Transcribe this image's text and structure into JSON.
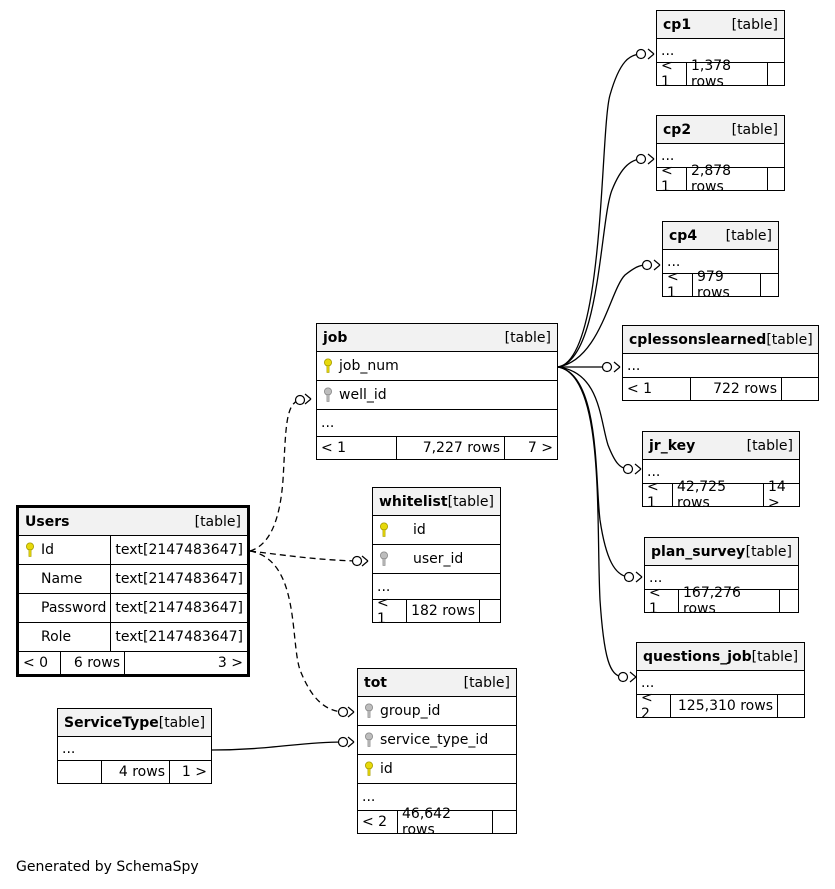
{
  "credit": "Generated by SchemaSpy",
  "tables": {
    "users": {
      "name": "Users",
      "type": "[table]",
      "columns": [
        {
          "name": "Id",
          "type": "text[2147483647]",
          "icon": "primary-key-icon"
        },
        {
          "name": "Name",
          "type": "text[2147483647]"
        },
        {
          "name": "Password",
          "type": "text[2147483647]"
        },
        {
          "name": "Role",
          "type": "text[2147483647]"
        }
      ],
      "parents": "< 0",
      "rows": "6 rows",
      "children": "3 >"
    },
    "servicetype": {
      "name": "ServiceType",
      "type": "[table]",
      "more": "...",
      "parents": "",
      "rows": "4 rows",
      "children": "1 >"
    },
    "job": {
      "name": "job",
      "type": "[table]",
      "columns": [
        {
          "name": "job_num",
          "icon": "primary-key-icon"
        },
        {
          "name": "well_id",
          "icon": "foreign-key-icon"
        }
      ],
      "more": "...",
      "parents": "< 1",
      "rows": "7,227 rows",
      "children": "7 >"
    },
    "whitelist": {
      "name": "whitelist",
      "type": "[table]",
      "columns": [
        {
          "name": "id",
          "icon": "primary-key-icon"
        },
        {
          "name": "user_id",
          "icon": "foreign-key-icon"
        }
      ],
      "more": "...",
      "parents": "< 1",
      "rows": "182 rows",
      "children": ""
    },
    "tot": {
      "name": "tot",
      "type": "[table]",
      "columns": [
        {
          "name": "group_id",
          "icon": "foreign-key-icon"
        },
        {
          "name": "service_type_id",
          "icon": "foreign-key-icon"
        },
        {
          "name": "id",
          "icon": "primary-key-icon"
        }
      ],
      "more": "...",
      "parents": "< 2",
      "rows": "46,642 rows",
      "children": ""
    },
    "cp1": {
      "name": "cp1",
      "type": "[table]",
      "more": "...",
      "parents": "< 1",
      "rows": "1,378 rows",
      "children": ""
    },
    "cp2": {
      "name": "cp2",
      "type": "[table]",
      "more": "...",
      "parents": "< 1",
      "rows": "2,878 rows",
      "children": ""
    },
    "cp4": {
      "name": "cp4",
      "type": "[table]",
      "more": "...",
      "parents": "< 1",
      "rows": "979 rows",
      "children": ""
    },
    "cplessonslearned": {
      "name": "cplessonslearned",
      "type": "[table]",
      "more": "...",
      "parents": "< 1",
      "rows": "722 rows",
      "children": ""
    },
    "jr_key": {
      "name": "jr_key",
      "type": "[table]",
      "more": "...",
      "parents": "< 1",
      "rows": "42,725 rows",
      "children": "14 >"
    },
    "plan_survey": {
      "name": "plan_survey",
      "type": "[table]",
      "more": "...",
      "parents": "< 1",
      "rows": "167,276 rows",
      "children": ""
    },
    "questions_job": {
      "name": "questions_job",
      "type": "[table]",
      "more": "...",
      "parents": "< 2",
      "rows": "125,310 rows",
      "children": ""
    }
  }
}
